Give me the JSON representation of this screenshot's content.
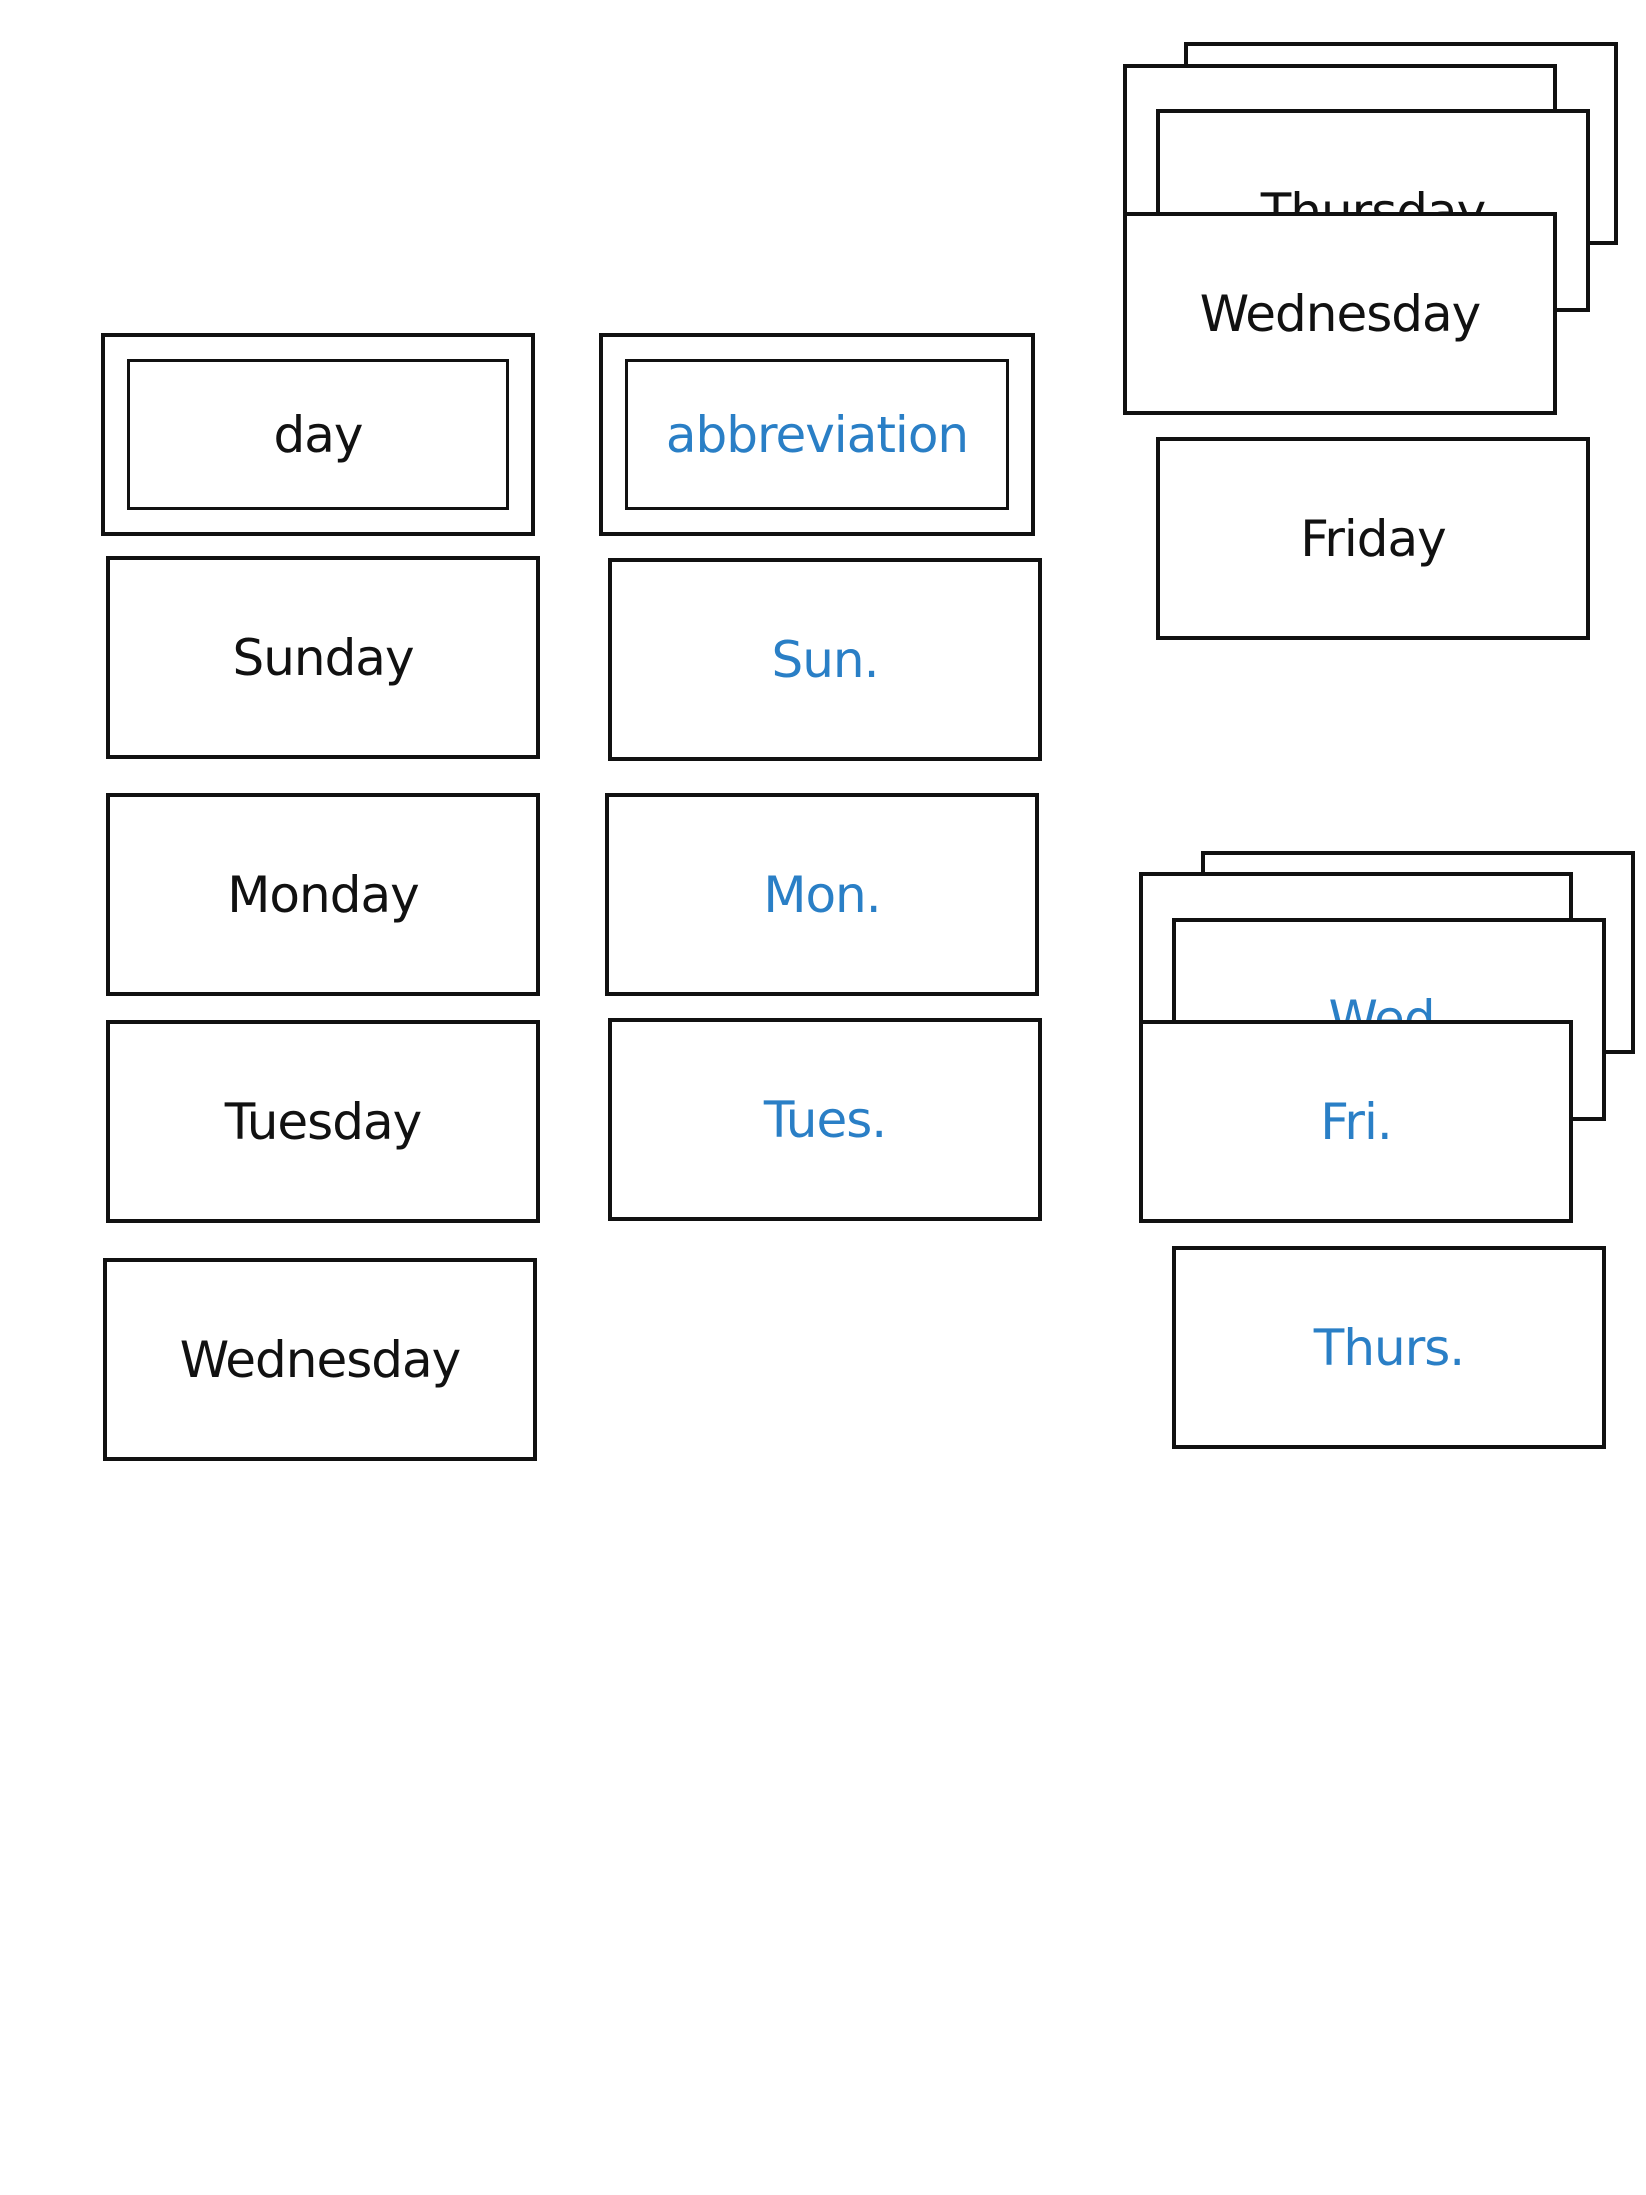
{
  "headers": {
    "day": "day",
    "abbreviation": "abbreviation"
  },
  "day_column": [
    "Sunday",
    "Monday",
    "Tuesday",
    "Wednesday"
  ],
  "abbreviation_column": [
    "Sun.",
    "Mon.",
    "Tues."
  ],
  "day_stack": {
    "back_top": "Thursday",
    "front": "Wednesday",
    "loose": "Friday"
  },
  "abbreviation_stack": {
    "back_top": "Wed.",
    "front": "Fri.",
    "loose": "Thurs."
  },
  "colors": {
    "day_text": "#111111",
    "abbreviation_text": "#2a7fc6",
    "card_border": "#111111"
  }
}
